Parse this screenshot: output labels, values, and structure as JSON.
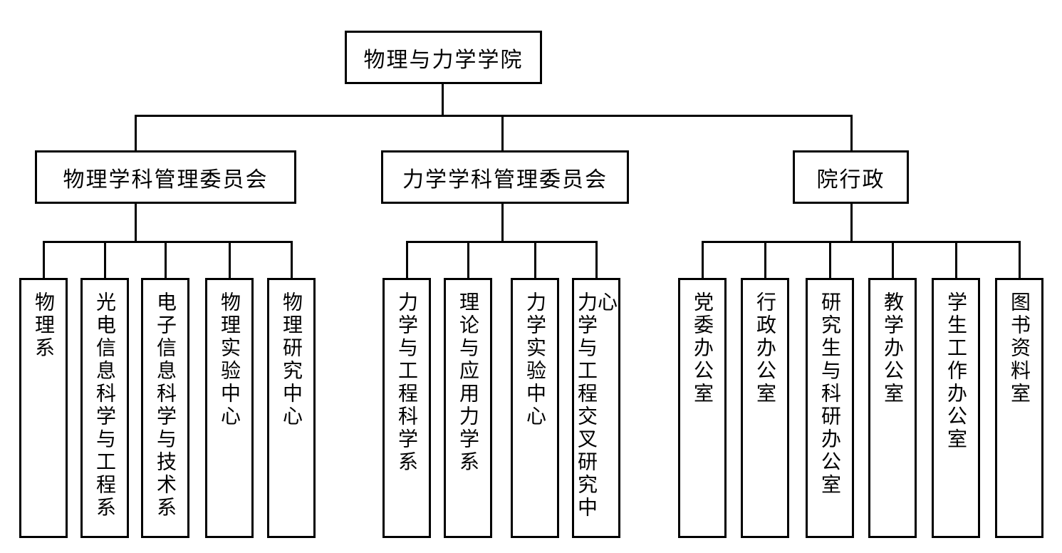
{
  "colors": {
    "line": "#000000",
    "box_border": "#000000",
    "background": "#ffffff",
    "text": "#000000"
  },
  "root": {
    "label": "物理与力学学院"
  },
  "branches": [
    {
      "label": "物理学科管理委员会",
      "children": [
        "物理系",
        "光电信息科学与工程系",
        "电子信息科学与技术系",
        "物理实验中心",
        "物理研究中心"
      ]
    },
    {
      "label": "力学学科管理委员会",
      "children": [
        "力学与工程科学系",
        "理论与应用力学系",
        "力学实验中心",
        "力学与工程交叉研究中心"
      ]
    },
    {
      "label": "院行政",
      "children": [
        "党委办公室",
        "行政办公室",
        "研究生与科研办公室",
        "教学办公室",
        "学生工作办公室",
        "图书资料室"
      ]
    }
  ]
}
